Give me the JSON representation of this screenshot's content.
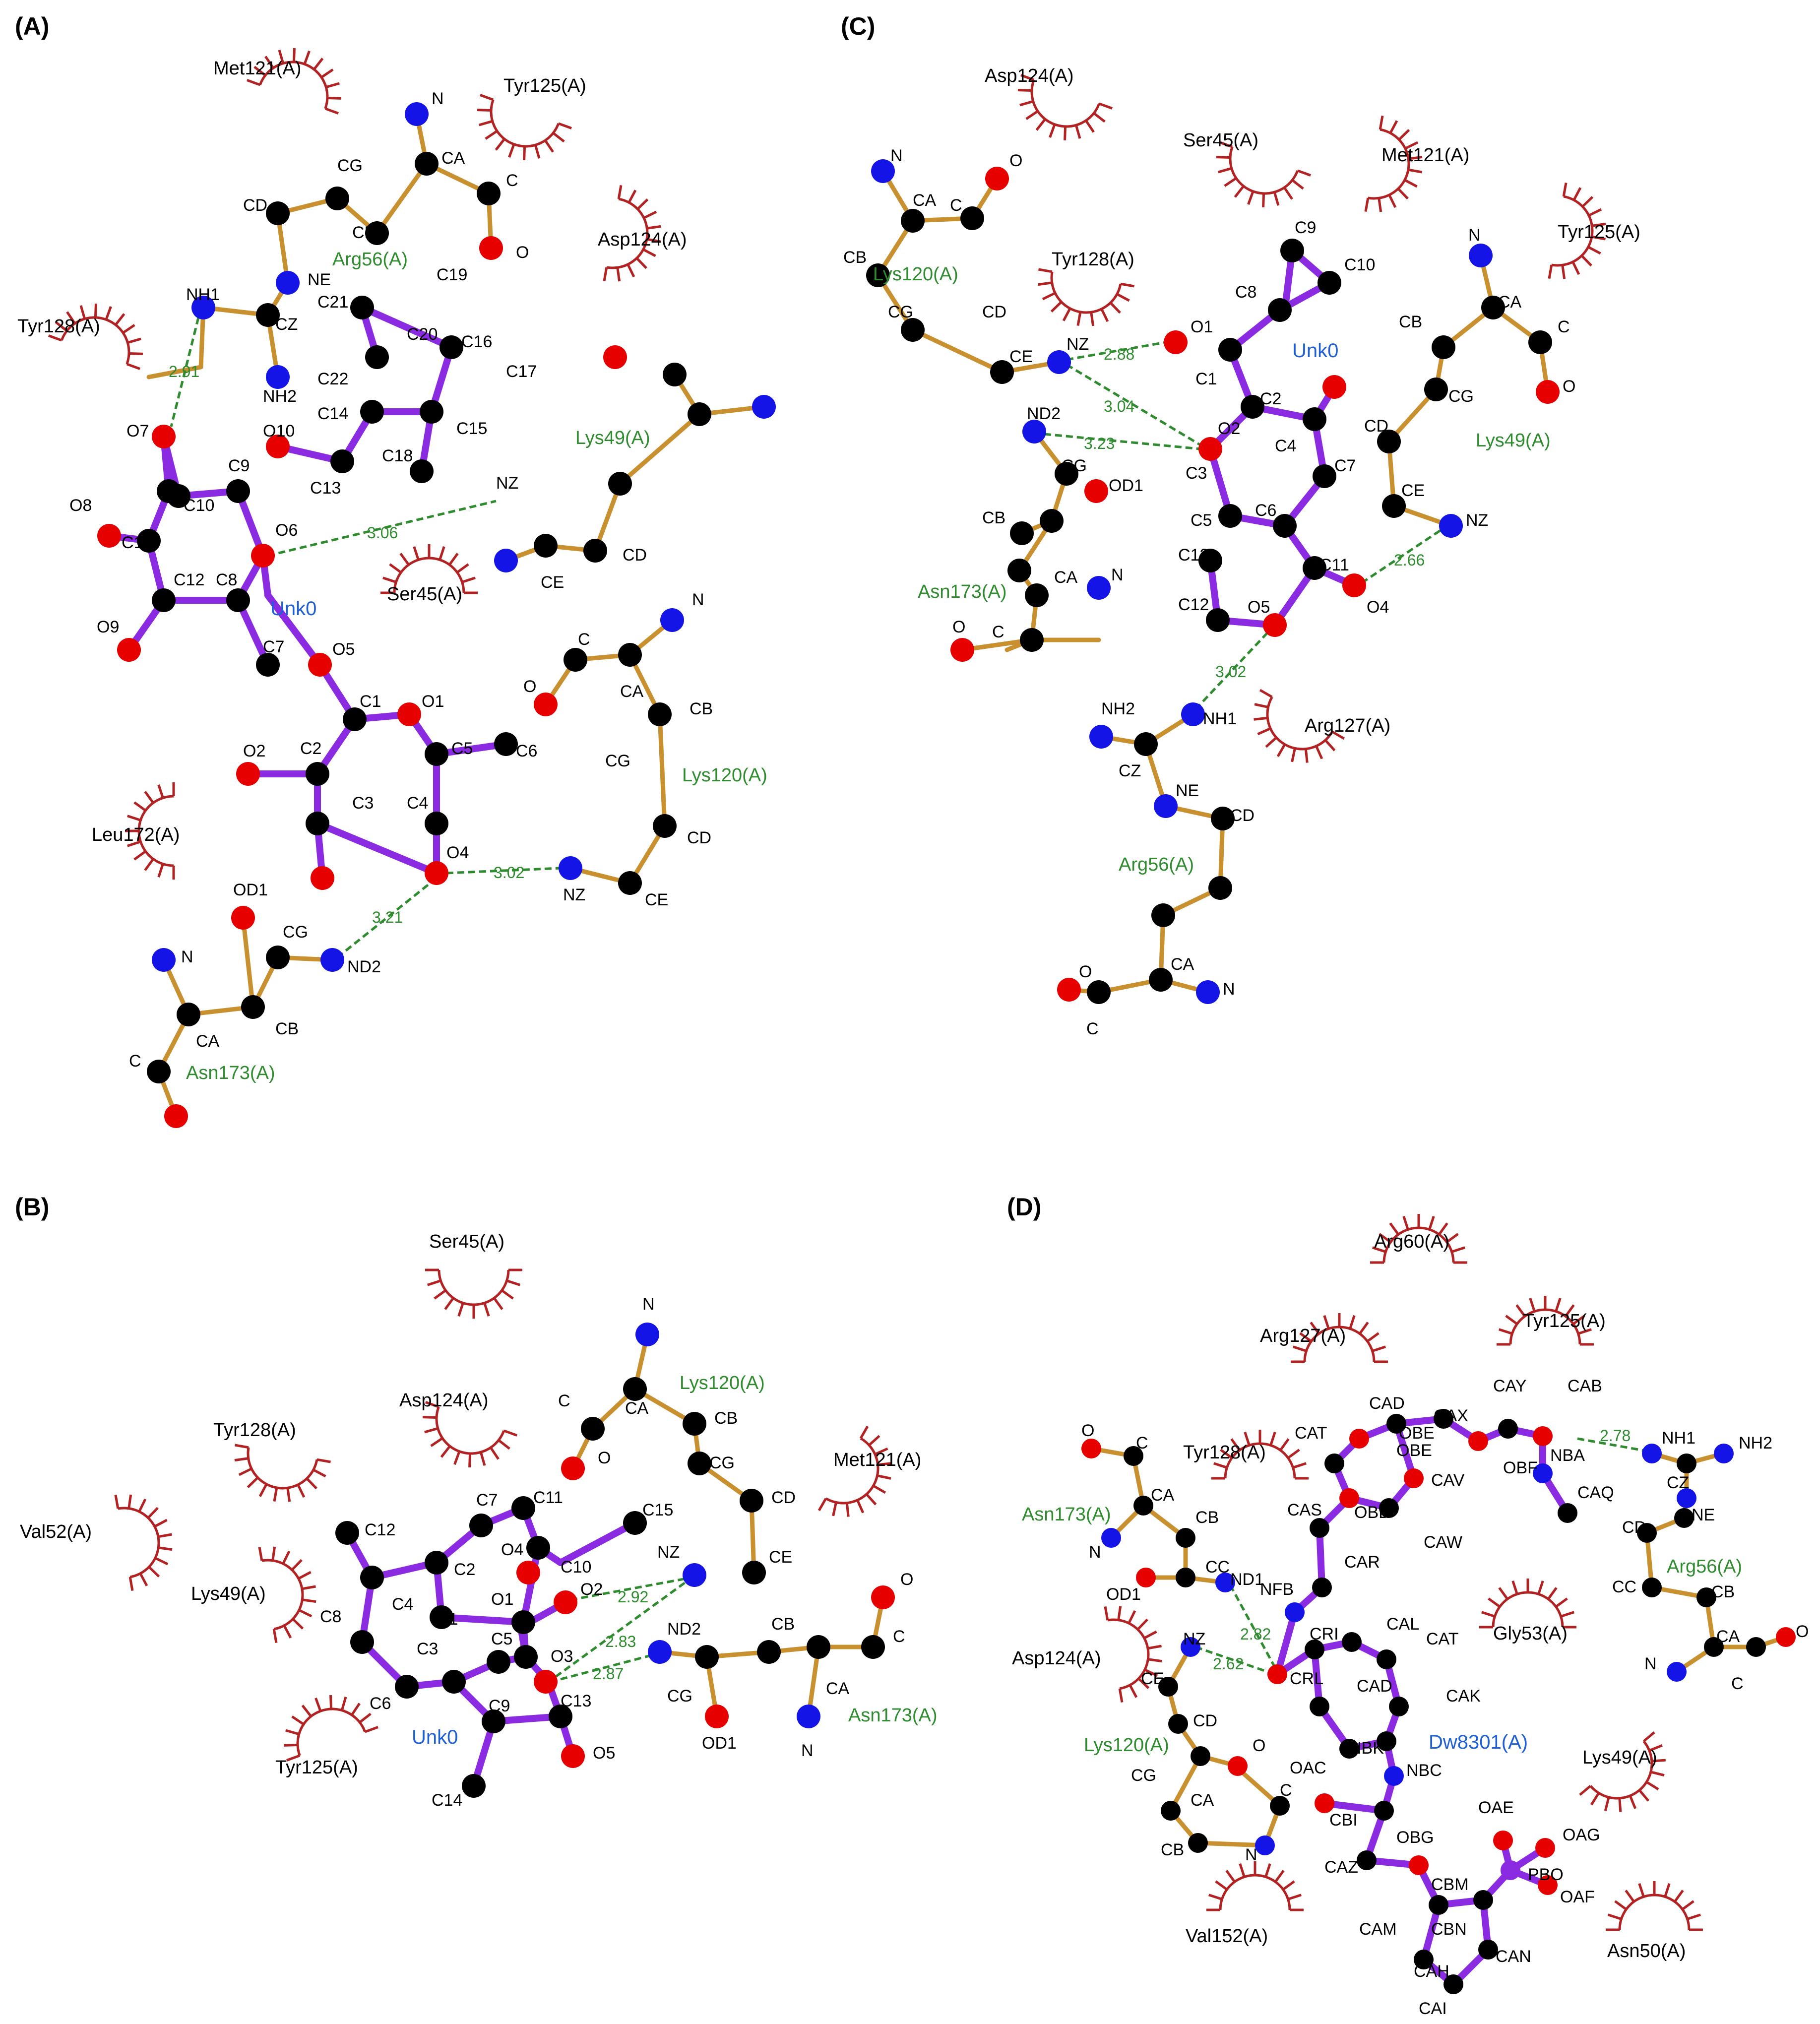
{
  "colors": {
    "ligand_bond": "#8a2be2",
    "residue_bond": "#c8902e",
    "hbond": "#2e8b2e",
    "carbon": "#000000",
    "nitrogen": "#1414e6",
    "oxygen": "#e60000",
    "phosphorus": "#8a2be2",
    "hydrophobic_arc": "#b22222",
    "hbond_residue_label": "#2e8b2e",
    "ligand_label": "#1f5fd6"
  },
  "panels": [
    {
      "label": "(A)",
      "ligand_label": "Unk0",
      "hbond_residues": [
        "Arg56(A)",
        "Lys49(A)",
        "Lys120(A)",
        "Asn173(A)"
      ],
      "hydrophobic_residues": [
        "Met121(A)",
        "Tyr125(A)",
        "Asp124(A)",
        "Tyr128(A)",
        "Ser45(A)",
        "Leu172(A)"
      ],
      "distances": [
        "2.91",
        "3.06",
        "3.02",
        "3.21"
      ]
    },
    {
      "label": "(B)",
      "ligand_label": "Unk0",
      "hbond_residues": [
        "Lys120(A)",
        "Asn173(A)"
      ],
      "hydrophobic_residues": [
        "Ser45(A)",
        "Asp124(A)",
        "Tyr128(A)",
        "Met121(A)",
        "Val52(A)",
        "Lys49(A)",
        "Tyr125(A)"
      ],
      "distances": [
        "2.92",
        "2.83",
        "2.87"
      ]
    },
    {
      "label": "(C)",
      "ligand_label": "Unk0",
      "hbond_residues": [
        "Lys120(A)",
        "Lys49(A)",
        "Asn173(A)",
        "Arg56(A)"
      ],
      "hydrophobic_residues": [
        "Asp124(A)",
        "Ser45(A)",
        "Met121(A)",
        "Tyr125(A)",
        "Tyr128(A)",
        "Arg127(A)"
      ],
      "distances": [
        "2.88",
        "3.04",
        "3.23",
        "2.66",
        "3.02"
      ]
    },
    {
      "label": "(D)",
      "ligand_label": "Dw8301(A)",
      "hbond_residues": [
        "Asn173(A)",
        "Lys120(A)",
        "Arg56(A)"
      ],
      "hydrophobic_residues": [
        "Arg60(A)",
        "Arg127(A)",
        "Tyr125(A)",
        "Tyr128(A)",
        "Asp124(A)",
        "Gly53(A)",
        "Lys49(A)",
        "Val152(A)",
        "Asn50(A)"
      ],
      "distances": [
        "2.78",
        "2.82",
        "2.62"
      ]
    }
  ]
}
